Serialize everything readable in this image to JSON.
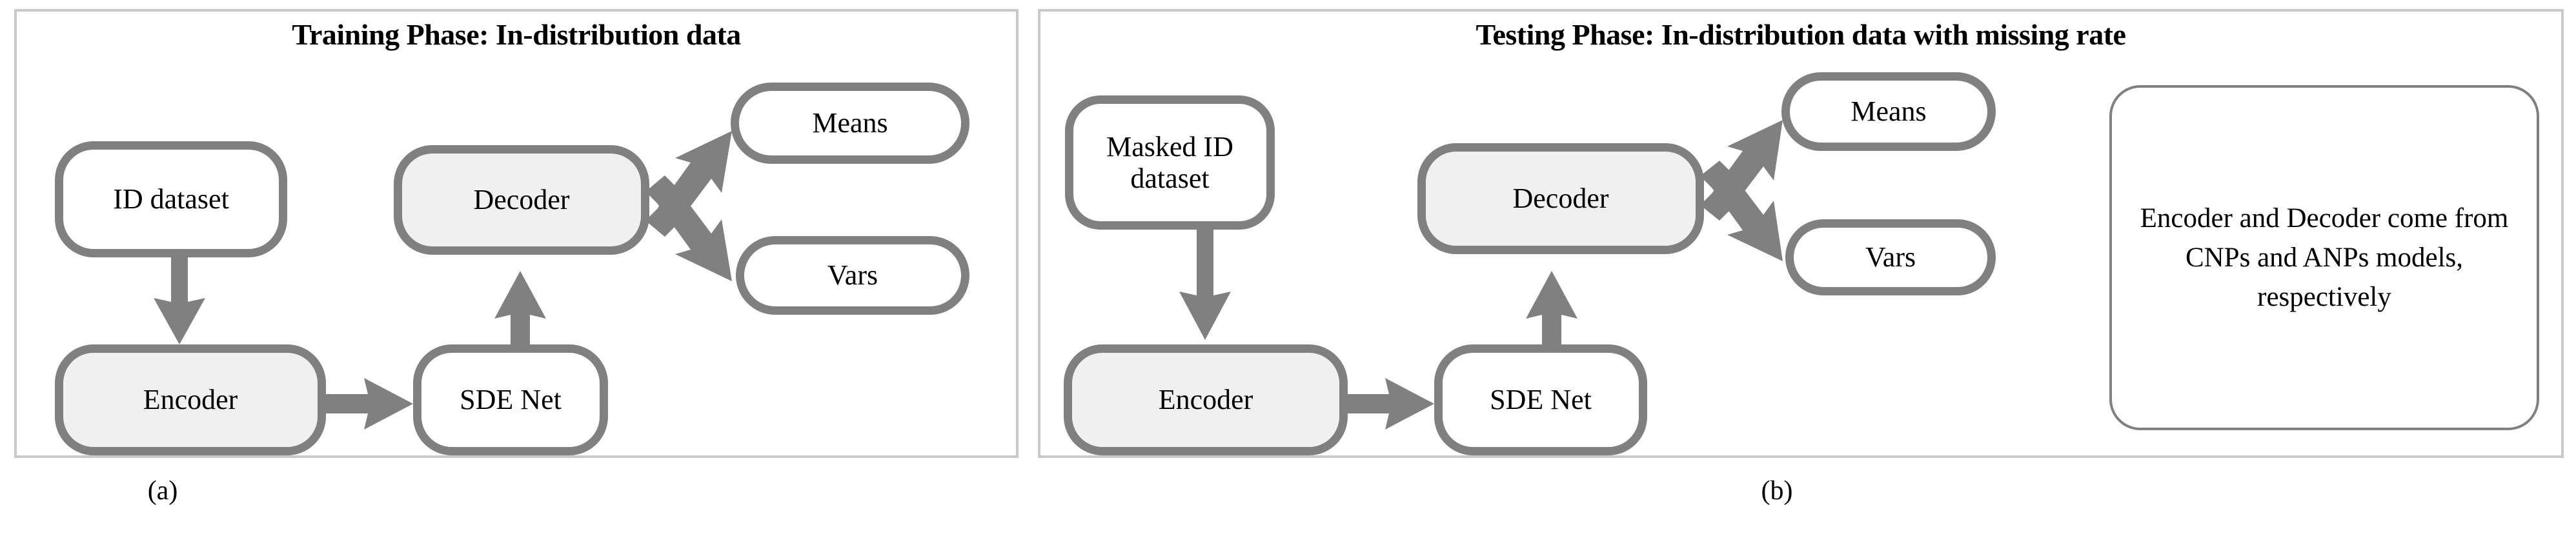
{
  "figure": {
    "panels": [
      {
        "id": "a",
        "title": "Training Phase: In-distribution data",
        "caption": "(a)",
        "nodes": [
          {
            "id": "id-dataset",
            "label": "ID dataset",
            "shaded": false
          },
          {
            "id": "encoder",
            "label": "Encoder",
            "shaded": true
          },
          {
            "id": "sde-net",
            "label": "SDE Net",
            "shaded": false
          },
          {
            "id": "decoder",
            "label": "Decoder",
            "shaded": true
          },
          {
            "id": "means",
            "label": "Means",
            "shaded": false
          },
          {
            "id": "vars",
            "label": "Vars",
            "shaded": false
          }
        ],
        "edges": [
          {
            "from": "id-dataset",
            "to": "encoder"
          },
          {
            "from": "encoder",
            "to": "sde-net"
          },
          {
            "from": "sde-net",
            "to": "decoder"
          },
          {
            "from": "decoder",
            "to": "means"
          },
          {
            "from": "decoder",
            "to": "vars"
          }
        ]
      },
      {
        "id": "b",
        "title": "Testing Phase: In-distribution data with missing rate",
        "caption": "(b)",
        "nodes": [
          {
            "id": "masked-id-dataset",
            "label": "Masked ID dataset",
            "shaded": false
          },
          {
            "id": "encoder",
            "label": "Encoder",
            "shaded": true
          },
          {
            "id": "sde-net",
            "label": "SDE Net",
            "shaded": false
          },
          {
            "id": "decoder",
            "label": "Decoder",
            "shaded": true
          },
          {
            "id": "means",
            "label": "Means",
            "shaded": false
          },
          {
            "id": "vars",
            "label": "Vars",
            "shaded": false
          }
        ],
        "edges": [
          {
            "from": "masked-id-dataset",
            "to": "encoder"
          },
          {
            "from": "encoder",
            "to": "sde-net"
          },
          {
            "from": "sde-net",
            "to": "decoder"
          },
          {
            "from": "decoder",
            "to": "means"
          },
          {
            "from": "decoder",
            "to": "vars"
          }
        ],
        "note": "Encoder and Decoder come from CNPs and ANPs models, respectively"
      }
    ]
  },
  "colors": {
    "node_stroke": "#808080",
    "node_fill_plain": "#ffffff",
    "node_fill_shaded": "#f0f0f0",
    "arrow": "#808080",
    "panel_border": "#c9c9c9",
    "text": "#000000"
  }
}
